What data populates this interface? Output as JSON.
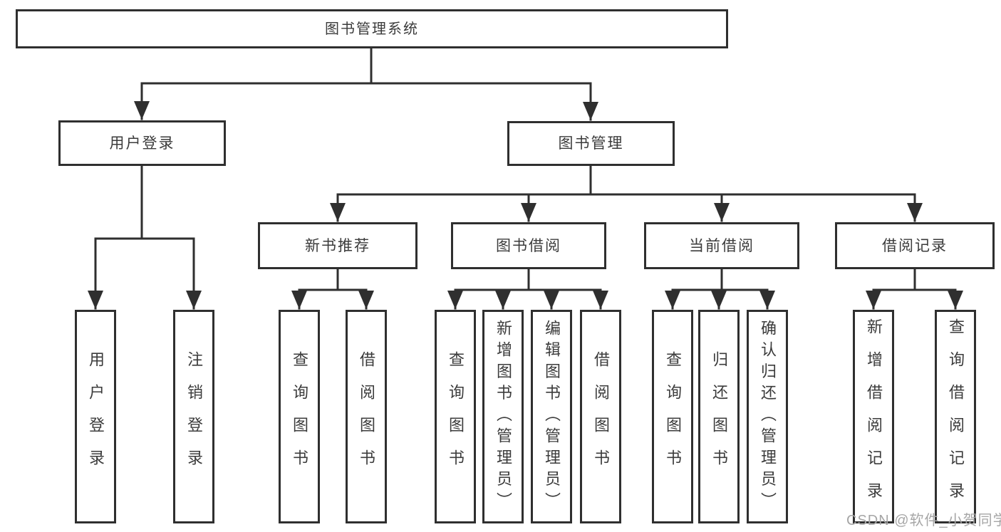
{
  "diagram": {
    "title_node": "图书管理系统",
    "colors": {
      "line": "#2f2f2f",
      "box_border": "#2f2f2f",
      "text": "#3b3b3b",
      "background": "#ffffff",
      "watermark": "#a6a6a6"
    },
    "nodes": {
      "root": {
        "label": "图书管理系统"
      },
      "level2": [
        {
          "label": "用户登录"
        },
        {
          "label": "图书管理"
        }
      ],
      "level3": [
        {
          "label": "新书推荐",
          "parent": "图书管理"
        },
        {
          "label": "图书借阅",
          "parent": "图书管理"
        },
        {
          "label": "当前借阅",
          "parent": "图书管理"
        },
        {
          "label": "借阅记录",
          "parent": "图书管理"
        }
      ],
      "leaves": [
        {
          "label": "用户登录",
          "parent": "用户登录"
        },
        {
          "label": "注销登录",
          "parent": "用户登录"
        },
        {
          "label": "查询图书",
          "parent": "新书推荐"
        },
        {
          "label": "借阅图书",
          "parent": "新书推荐"
        },
        {
          "label": "查询图书",
          "parent": "图书借阅"
        },
        {
          "label": "新增图书（管理员）",
          "parent": "图书借阅"
        },
        {
          "label": "编辑图书（管理员）",
          "parent": "图书借阅"
        },
        {
          "label": "借阅图书",
          "parent": "图书借阅"
        },
        {
          "label": "查询图书",
          "parent": "当前借阅"
        },
        {
          "label": "归还图书",
          "parent": "当前借阅"
        },
        {
          "label": "确认归还（管理员）",
          "parent": "当前借阅"
        },
        {
          "label": "新增借阅记录",
          "parent": "借阅记录"
        },
        {
          "label": "查询借阅记录",
          "parent": "借阅记录"
        }
      ]
    },
    "watermark": {
      "text": "CSDN @软件_小贺同学"
    }
  }
}
